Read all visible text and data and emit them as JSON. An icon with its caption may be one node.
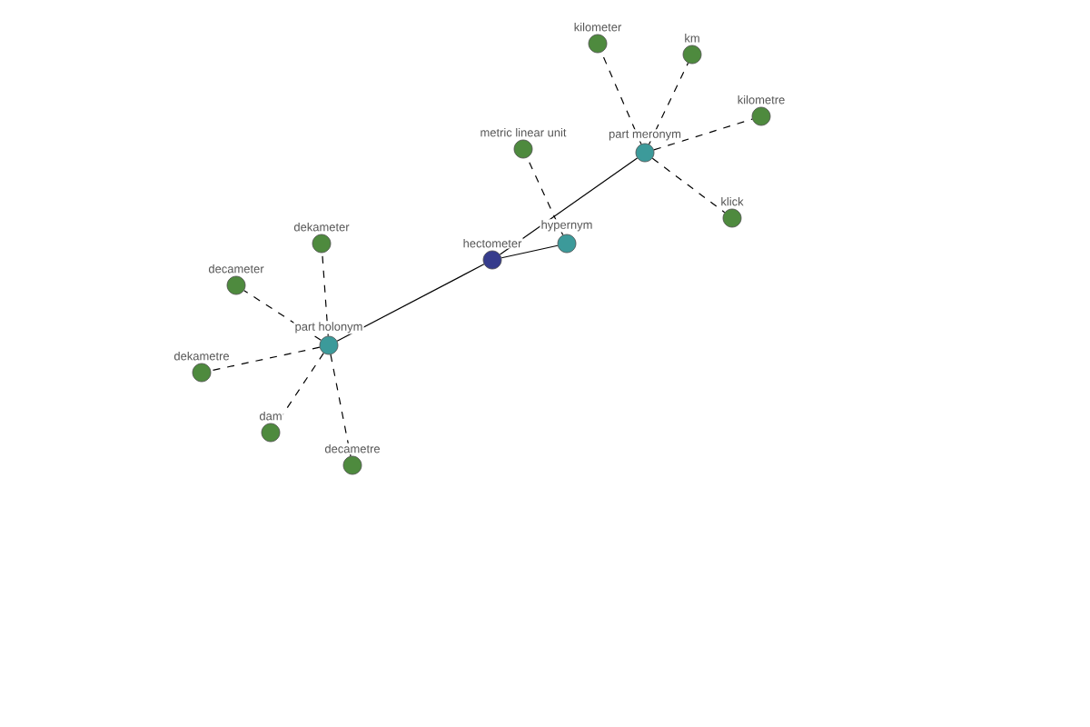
{
  "diagram": {
    "nodes": [
      {
        "text": [
          "hectometer"
        ]
      },
      {
        "text": [
          "hypernym"
        ]
      },
      {
        "text": [
          "metric linear unit"
        ]
      },
      {
        "text": [
          "part meronym"
        ]
      },
      {
        "text": [
          "kilometer"
        ]
      },
      {
        "text": [
          "km"
        ]
      },
      {
        "text": [
          "kilometre"
        ]
      },
      {
        "text": [
          "klick"
        ]
      },
      {
        "text": [
          "part holonym"
        ]
      },
      {
        "text": [
          "dekameter"
        ]
      },
      {
        "text": [
          "decameter"
        ]
      },
      {
        "text": [
          "dekametre"
        ]
      },
      {
        "text": [
          "dam"
        ]
      },
      {
        "text": [
          "decametre"
        ]
      }
    ],
    "edges": [
      {
        "from": 0,
        "to": 1,
        "arrow": "none"
      },
      {
        "from": 0,
        "to": 3,
        "arrow": "none"
      },
      {
        "from": 0,
        "to": 8,
        "arrow": "none"
      },
      {
        "from": 1,
        "to": 2,
        "arrow": "none",
        "style": "dashed"
      },
      {
        "from": 3,
        "to": 4,
        "arrow": "none",
        "style": "dashed"
      },
      {
        "from": 3,
        "to": 5,
        "arrow": "none",
        "style": "dashed"
      },
      {
        "from": 3,
        "to": 6,
        "arrow": "none",
        "style": "dashed"
      },
      {
        "from": 3,
        "to": 7,
        "arrow": "none",
        "style": "dashed"
      },
      {
        "from": 8,
        "to": 9,
        "arrow": "none",
        "style": "dashed"
      },
      {
        "from": 8,
        "to": 10,
        "arrow": "none",
        "style": "dashed"
      },
      {
        "from": 8,
        "to": 11,
        "arrow": "none",
        "style": "dashed"
      },
      {
        "from": 8,
        "to": 12,
        "arrow": "none",
        "style": "dashed"
      },
      {
        "from": 8,
        "to": 13,
        "arrow": "none",
        "style": "dashed"
      }
    ]
  }
}
